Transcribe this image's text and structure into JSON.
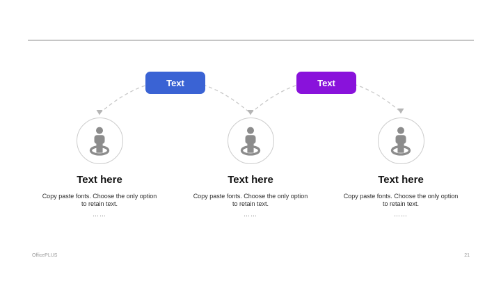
{
  "slide": {
    "footer_brand": "OfficePLUS",
    "page_number": "21"
  },
  "buttons": [
    {
      "label": "Text",
      "color": "#3a63d4"
    },
    {
      "label": "Text",
      "color": "#8912db"
    }
  ],
  "columns": [
    {
      "icon": "person-location-icon",
      "title": "Text here",
      "desc_line1": "Copy paste fonts. Choose the only option",
      "desc_line2": "to retain text.",
      "ellipsis": "……"
    },
    {
      "icon": "person-location-icon",
      "title": "Text here",
      "desc_line1": "Copy paste fonts. Choose the only option",
      "desc_line2": "to retain text.",
      "ellipsis": "……"
    },
    {
      "icon": "person-location-icon",
      "title": "Text here",
      "desc_line1": "Copy paste fonts. Choose the only option",
      "desc_line2": "to retain text.",
      "ellipsis": "……"
    }
  ],
  "colors": {
    "accent_blue": "#3a63d4",
    "accent_purple": "#8912db",
    "icon_gray": "#8c8c8c",
    "circle_border": "#cccccc",
    "connector_gray": "#c9c9c9",
    "rule_gray": "#c6c6c6",
    "footer_gray": "#9a9a9a"
  }
}
